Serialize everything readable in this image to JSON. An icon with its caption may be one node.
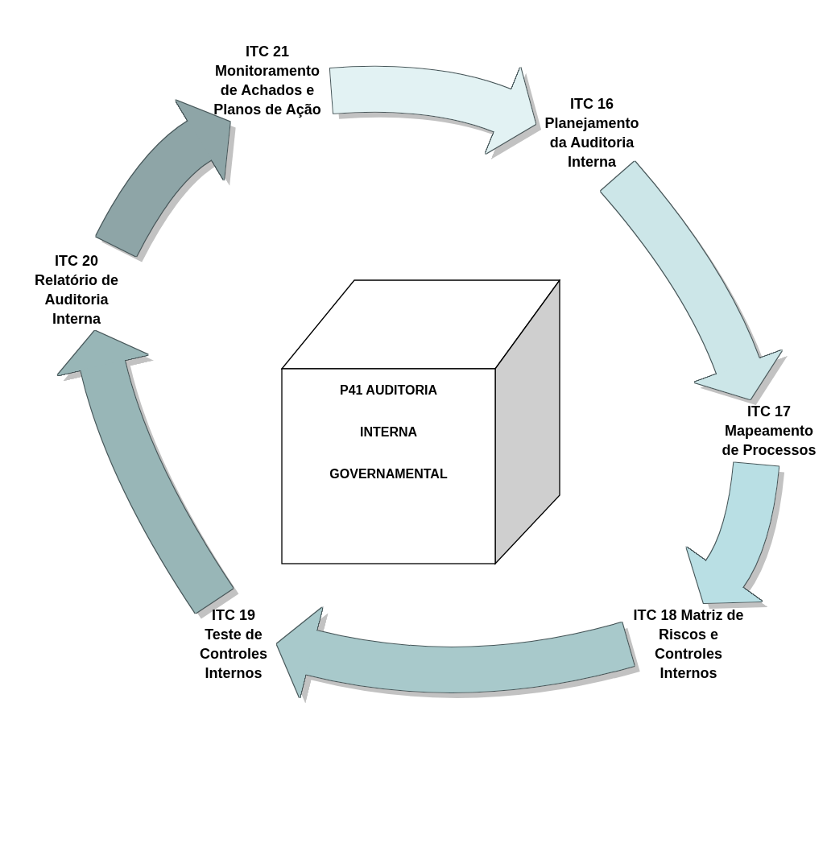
{
  "diagram": {
    "nodes": [
      {
        "text": [
          "P41 AUDITORIA",
          "INTERNA",
          "GOVERNAMENTAL"
        ]
      },
      {
        "text": [
          "ITC 21 Monitoramento de Achados e Planos de Ação"
        ]
      },
      {
        "text": [
          "ITC 16 Planejamento da Auditoria Interna"
        ]
      },
      {
        "text": [
          "ITC 17 Mapeamento de Processos"
        ]
      },
      {
        "text": [
          "ITC 18 Matriz de Riscos e Controles Internos"
        ]
      },
      {
        "text": [
          "ITC 19 Teste de Controles Internos"
        ]
      },
      {
        "text": [
          "ITC 20 Relatório de Auditoria Interna"
        ]
      }
    ],
    "edges": [
      {
        "from": 1,
        "to": 2,
        "arrow": "to",
        "color": "#e2f2f3"
      },
      {
        "from": 2,
        "to": 3,
        "arrow": "to",
        "color": "#cce6e8"
      },
      {
        "from": 3,
        "to": 4,
        "arrow": "to",
        "color": "#b9dfe4"
      },
      {
        "from": 4,
        "to": 5,
        "arrow": "to",
        "color": "#a8c9cb"
      },
      {
        "from": 5,
        "to": 6,
        "arrow": "to",
        "color": "#98b6b7"
      },
      {
        "from": 6,
        "to": 1,
        "arrow": "to",
        "color": "#8ea5a7"
      }
    ]
  }
}
